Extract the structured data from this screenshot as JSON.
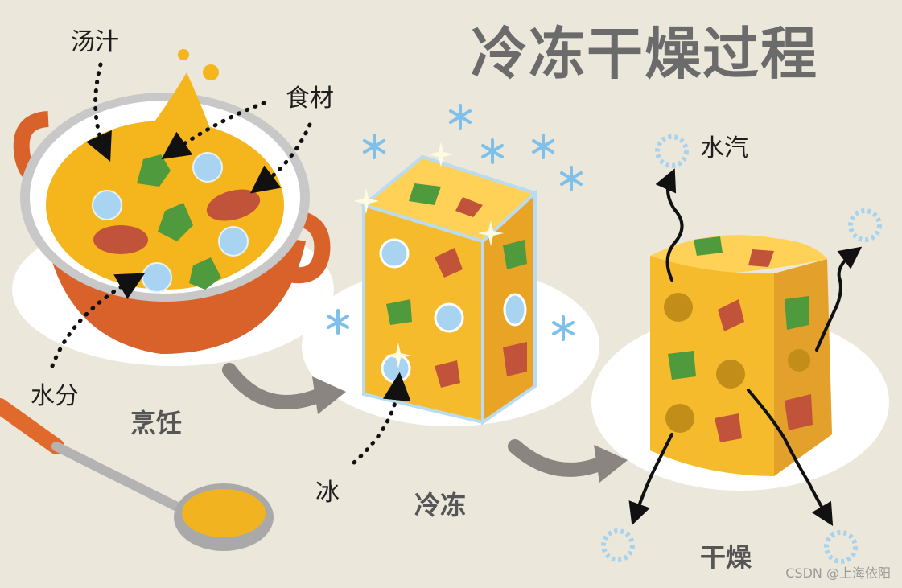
{
  "title": "冷冻干燥过程",
  "labels": {
    "soup": "汤汁",
    "food": "食材",
    "moisture": "水分",
    "ice": "冰",
    "vapor": "水汽"
  },
  "steps": {
    "cook": "烹饪",
    "freeze": "冷冻",
    "dry": "干燥"
  },
  "watermark": "CSDN @上海依阳",
  "colors": {
    "background": "#ebe7da",
    "pot": "#d9622b",
    "soup": "#f5b51d",
    "ice_frame": "#b9dcf2",
    "snowflake": "#7ec0ea",
    "arrow": "#8a8580"
  },
  "icons": [
    "snowflake-icon",
    "water-drop-icon",
    "sparkle-icon",
    "vapor-ring-icon",
    "wavy-arrow-icon"
  ]
}
